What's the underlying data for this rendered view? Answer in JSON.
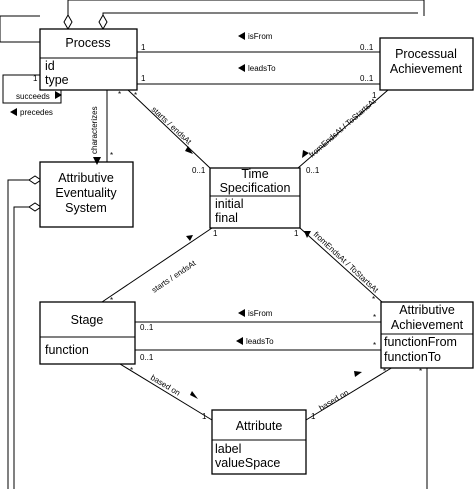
{
  "classes": {
    "process": {
      "name": "Process",
      "attributes": [
        "id",
        "type"
      ]
    },
    "processual_achievement": {
      "name": [
        "Processual",
        "Achievement"
      ]
    },
    "time_specification": {
      "name": [
        "Time",
        "Specification"
      ],
      "attributes": [
        "initial",
        "final"
      ]
    },
    "attributive_eventuality_system": {
      "name": [
        "Attributive",
        "Eventuality",
        "System"
      ]
    },
    "stage": {
      "name": "Stage",
      "attributes": [
        "function"
      ]
    },
    "attributive_achievement": {
      "name": [
        "Attributive",
        "Achievement"
      ],
      "attributes": [
        "functionFrom",
        "functionTo"
      ]
    },
    "attribute": {
      "name": "Attribute",
      "attributes": [
        "label",
        "valueSpace"
      ]
    }
  },
  "associations": {
    "process_isfrom": {
      "label": "isFrom",
      "m1": "1",
      "m2": "0..1"
    },
    "process_leadsto": {
      "label": "leadsTo",
      "m1": "1",
      "m2": "0..1"
    },
    "succeeds": {
      "label": "succeeds",
      "m": "1"
    },
    "precedes": {
      "label": "precedes"
    },
    "characterizes": {
      "label": "characterizes",
      "m": "*"
    },
    "process_starts": {
      "label": "starts / endsAt",
      "m1": "*",
      "m2": "0..1"
    },
    "pa_from": {
      "label": "fromEndsAt / ToStartsAt",
      "m1": "1",
      "m2": "0..1"
    },
    "stage_starts": {
      "label": "starts / endsAt",
      "m1": "*",
      "m2": "1"
    },
    "aa_from": {
      "label": "fromEndsAt / ToStartsAt",
      "m1": "1",
      "m2": "*"
    },
    "stage_isfrom": {
      "label": "isFrom",
      "m1": "0..1",
      "m2": "*"
    },
    "stage_leadsto": {
      "label": "leadsTo",
      "m1": "0..1",
      "m2": "*"
    },
    "stage_based": {
      "label": "based on",
      "m1": "*",
      "m2": "1"
    },
    "aa_based": {
      "label": "based on",
      "m1": "*",
      "m2": "1"
    },
    "process_star": {
      "m": "*"
    },
    "aa_star": {
      "m": "*"
    }
  }
}
